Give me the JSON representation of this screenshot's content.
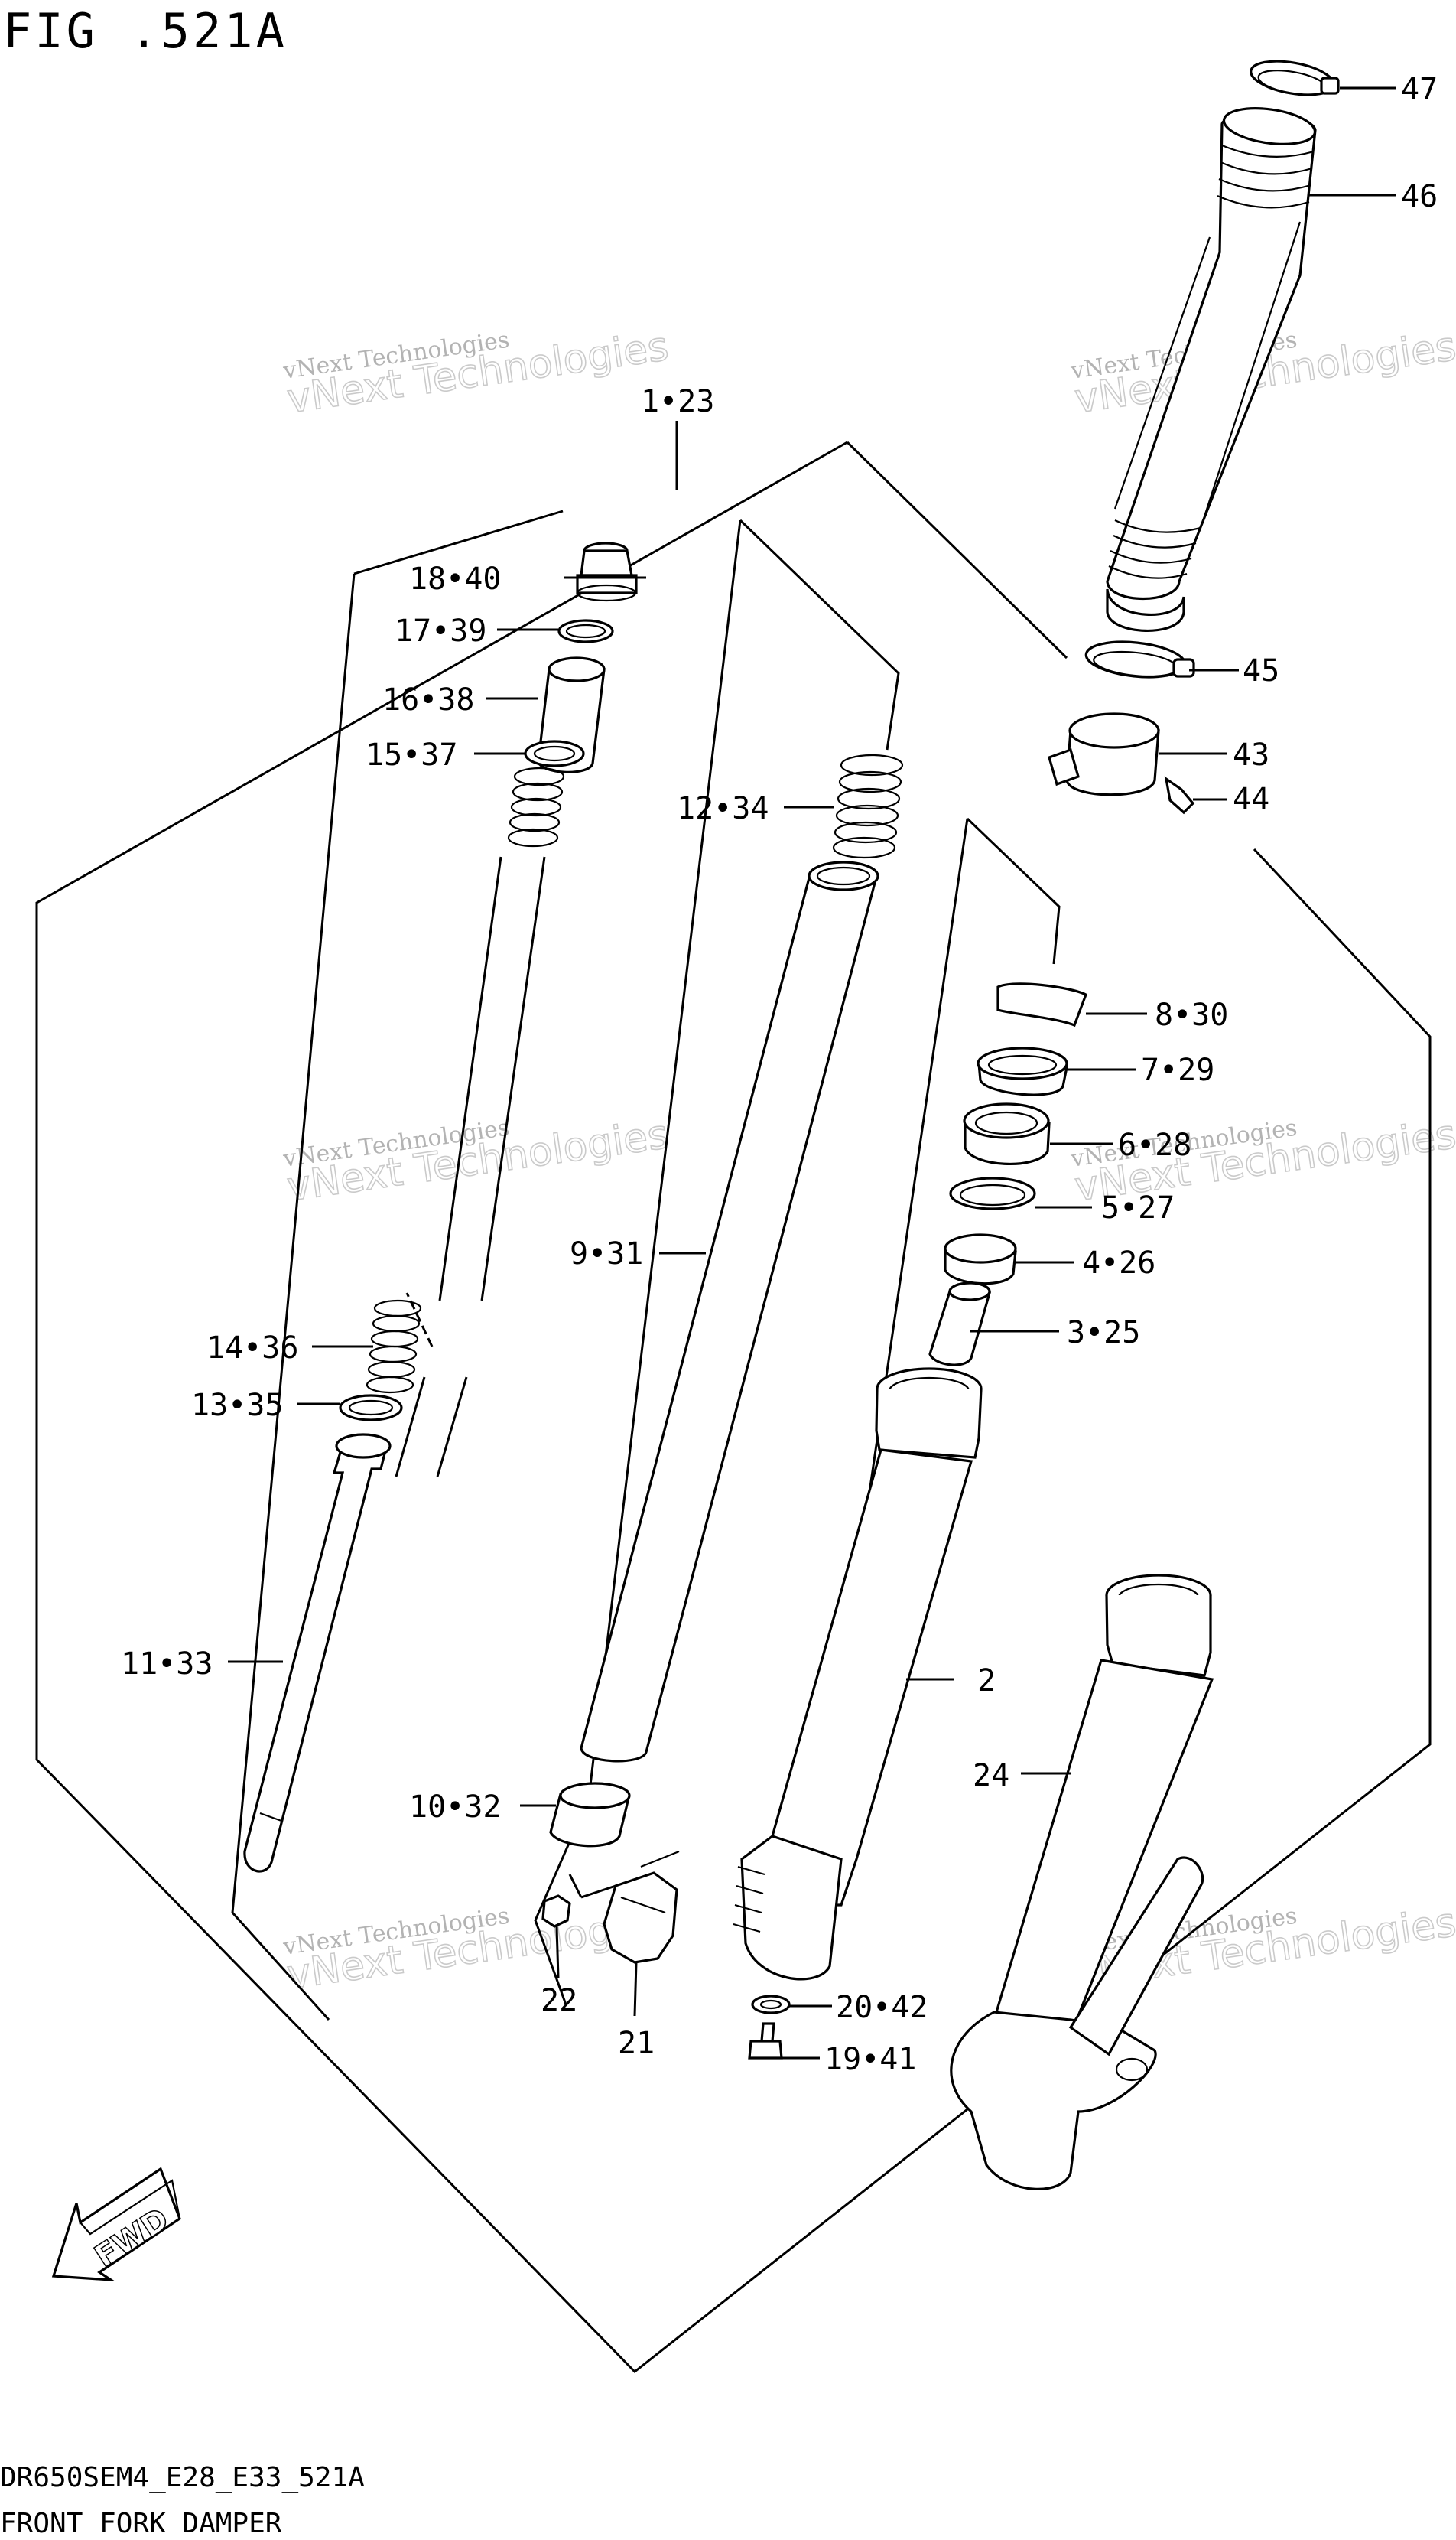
{
  "figure": {
    "title": "FIG .521A",
    "code": "DR650SEM4_E28_E33_521A",
    "caption": "FRONT FORK DAMPER"
  },
  "watermark": {
    "small_text": "vNext Technologies",
    "big_text": "vNext Technologies"
  },
  "fwd_label": "FWD",
  "callouts": [
    {
      "id": "47",
      "label": "47"
    },
    {
      "id": "46",
      "label": "46"
    },
    {
      "id": "1-23",
      "label": "1•23"
    },
    {
      "id": "18-40",
      "label": "18•40"
    },
    {
      "id": "17-39",
      "label": "17•39"
    },
    {
      "id": "16-38",
      "label": "16•38"
    },
    {
      "id": "15-37",
      "label": "15•37"
    },
    {
      "id": "12-34",
      "label": "12•34"
    },
    {
      "id": "45",
      "label": "45"
    },
    {
      "id": "43",
      "label": "43"
    },
    {
      "id": "44",
      "label": "44"
    },
    {
      "id": "8-30",
      "label": "8•30"
    },
    {
      "id": "7-29",
      "label": "7•29"
    },
    {
      "id": "6-28",
      "label": "6•28"
    },
    {
      "id": "5-27",
      "label": "5•27"
    },
    {
      "id": "4-26",
      "label": "4•26"
    },
    {
      "id": "3-25",
      "label": "3•25"
    },
    {
      "id": "9-31",
      "label": "9•31"
    },
    {
      "id": "14-36",
      "label": "14•36"
    },
    {
      "id": "13-35",
      "label": "13•35"
    },
    {
      "id": "2",
      "label": "2"
    },
    {
      "id": "11-33",
      "label": "11•33"
    },
    {
      "id": "24",
      "label": "24"
    },
    {
      "id": "10-32",
      "label": "10•32"
    },
    {
      "id": "22",
      "label": "22"
    },
    {
      "id": "21",
      "label": "21"
    },
    {
      "id": "20-42",
      "label": "20•42"
    },
    {
      "id": "19-41",
      "label": "19•41"
    }
  ]
}
